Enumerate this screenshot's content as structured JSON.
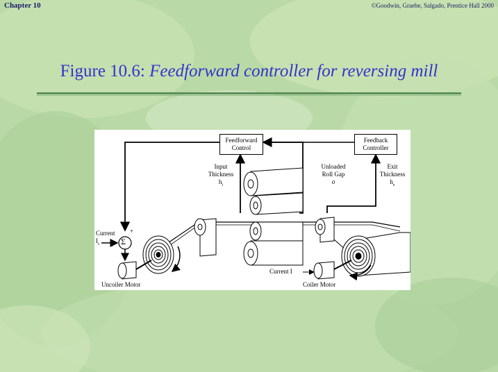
{
  "header": {
    "chapter": "Chapter 10",
    "copyright": "©Goodwin, Graebe, Salgado, Prentice Hall 2000"
  },
  "title": {
    "prefix": "Figure 10.6: ",
    "text": "Feedforward controller for reversing mill"
  },
  "diagram": {
    "feedforward_block": [
      "Feedforward",
      "Control"
    ],
    "feedback_block": [
      "Feedback",
      "Controller"
    ],
    "input_thickness": [
      "Input",
      "Thickness",
      "h"
    ],
    "input_thickness_sub": "i",
    "unloaded_roll_gap": [
      "Unloaded",
      "Roll Gap",
      "σ"
    ],
    "exit_thickness": [
      "Exit",
      "Thickness",
      "h"
    ],
    "exit_thickness_sub": "e",
    "current_left": [
      "Current",
      "I"
    ],
    "current_left_sub": "c",
    "sum_symbol": "Σ",
    "plus_top": "+",
    "plus_bottom": "+",
    "current_right": "Current I",
    "uncoiler_motor": "Uncoiler Motor",
    "coiler_motor": "Coiler Motor"
  },
  "colors": {
    "background": "#b9d9a6",
    "title": "#3333cc",
    "header": "#1a1a66",
    "rule": "#5d8f5a"
  }
}
